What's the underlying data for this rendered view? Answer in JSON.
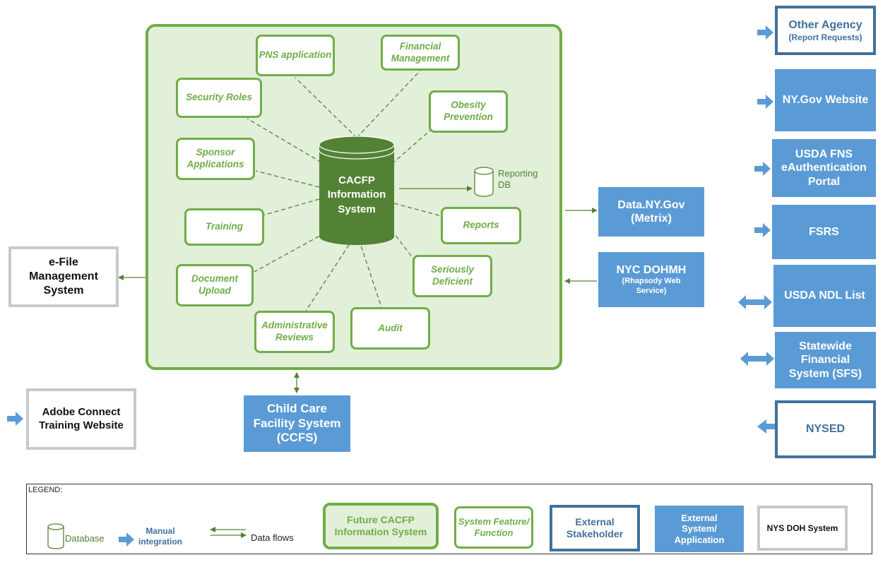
{
  "title": "",
  "colors": {
    "green": "#70ad47",
    "light_green": "#e2efd9",
    "dark_green": "#548235",
    "blue": "#5b9bd5",
    "dark_blue": "#41719c",
    "gray": "#c9c9c9"
  },
  "center": {
    "line1": "CACFP",
    "line2": "Information",
    "line3": "System"
  },
  "reporting_db": {
    "line1": "Reporting",
    "line2": "DB"
  },
  "features": {
    "pns": "PNS application",
    "financial": "Financial Management",
    "security": "Security Roles",
    "obesity": "Obesity Prevention",
    "sponsor": "Sponsor Applications",
    "training": "Training",
    "reports": "Reports",
    "document": "Document Upload",
    "seriously": "Seriously Deficient",
    "admin": "Administrative Reviews",
    "audit": "Audit"
  },
  "right_column": {
    "other_agency": {
      "main": "Other Agency",
      "sub": "(Report Requests)"
    },
    "nygov": "NY.Gov Website",
    "usda_fns": {
      "line1": "USDA FNS",
      "line2": "eAuthentication",
      "line3": "Portal"
    },
    "fsrs": "FSRS",
    "usda_ndl": "USDA NDL List",
    "sfs": {
      "line1": "Statewide",
      "line2": "Financial",
      "line3": "System (SFS)"
    },
    "nysed": "NYSED"
  },
  "middle": {
    "datany": {
      "line1": "Data.NY.Gov",
      "line2": "(Metrix)"
    },
    "nyc": {
      "main": "NYC DOHMH",
      "sub1": "(Rhapsody Web",
      "sub2": "Service)"
    },
    "ccfs": {
      "line1": "Child Care",
      "line2": "Facility System",
      "line3": "(CCFS)"
    }
  },
  "left": {
    "efile": {
      "line1": "e-File",
      "line2": "Management",
      "line3": "System"
    },
    "adobe": {
      "line1": "Adobe Connect",
      "line2": "Training Website"
    }
  },
  "legend": {
    "title": "LEGEND:",
    "database": "Database",
    "manual": {
      "line1": "Manual",
      "line2": "integration"
    },
    "dataflows": "Data flows",
    "future": {
      "line1": "Future CACFP",
      "line2": "Information System"
    },
    "feature": {
      "line1": "System Feature/",
      "line2": "Function"
    },
    "stakeholder": {
      "line1": "External",
      "line2": "Stakeholder"
    },
    "ext_sys": {
      "line1": "External",
      "line2": "System/",
      "line3": "Application"
    },
    "doh": "NYS DOH System"
  }
}
